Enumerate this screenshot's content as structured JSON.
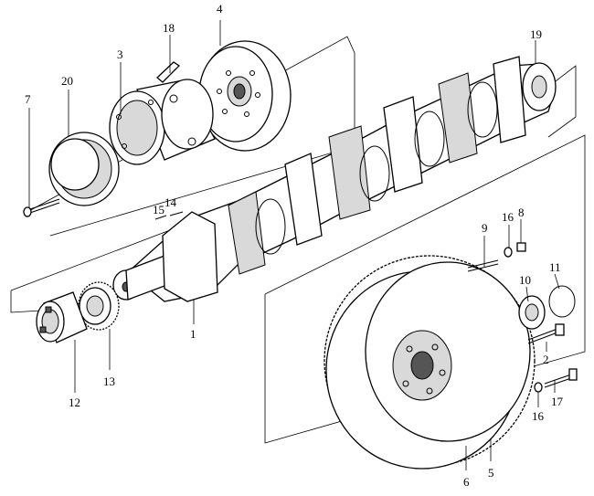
{
  "callouts": {
    "c1": "1",
    "c2": "2",
    "c3": "3",
    "c4": "4",
    "c5": "5",
    "c6": "6",
    "c7": "7",
    "c8": "8",
    "c9": "9",
    "c10": "10",
    "c11": "11",
    "c12": "12",
    "c13": "13",
    "c14": "14",
    "c15": "15",
    "c16a": "16",
    "c16b": "16",
    "c17": "17",
    "c18": "18",
    "c19": "19",
    "c20": "20"
  }
}
